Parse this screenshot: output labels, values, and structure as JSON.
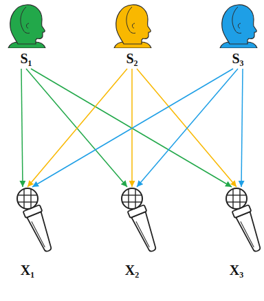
{
  "diagram": {
    "nodes": [
      {
        "text": [
          "S₁"
        ]
      },
      {
        "text": [
          "S₂"
        ]
      },
      {
        "text": [
          "S₃"
        ]
      },
      {
        "text": [
          "X₁"
        ]
      },
      {
        "text": [
          "X₂"
        ]
      },
      {
        "text": [
          "X₃"
        ]
      }
    ],
    "edges": [
      {
        "from": 0,
        "to": 3,
        "arrow": "to"
      },
      {
        "from": 0,
        "to": 4,
        "arrow": "to"
      },
      {
        "from": 0,
        "to": 5,
        "arrow": "to"
      },
      {
        "from": 1,
        "to": 3,
        "arrow": "to"
      },
      {
        "from": 1,
        "to": 4,
        "arrow": "to"
      },
      {
        "from": 1,
        "to": 5,
        "arrow": "to"
      },
      {
        "from": 2,
        "to": 3,
        "arrow": "to"
      },
      {
        "from": 2,
        "to": 4,
        "arrow": "to"
      },
      {
        "from": 2,
        "to": 5,
        "arrow": "to"
      }
    ]
  }
}
